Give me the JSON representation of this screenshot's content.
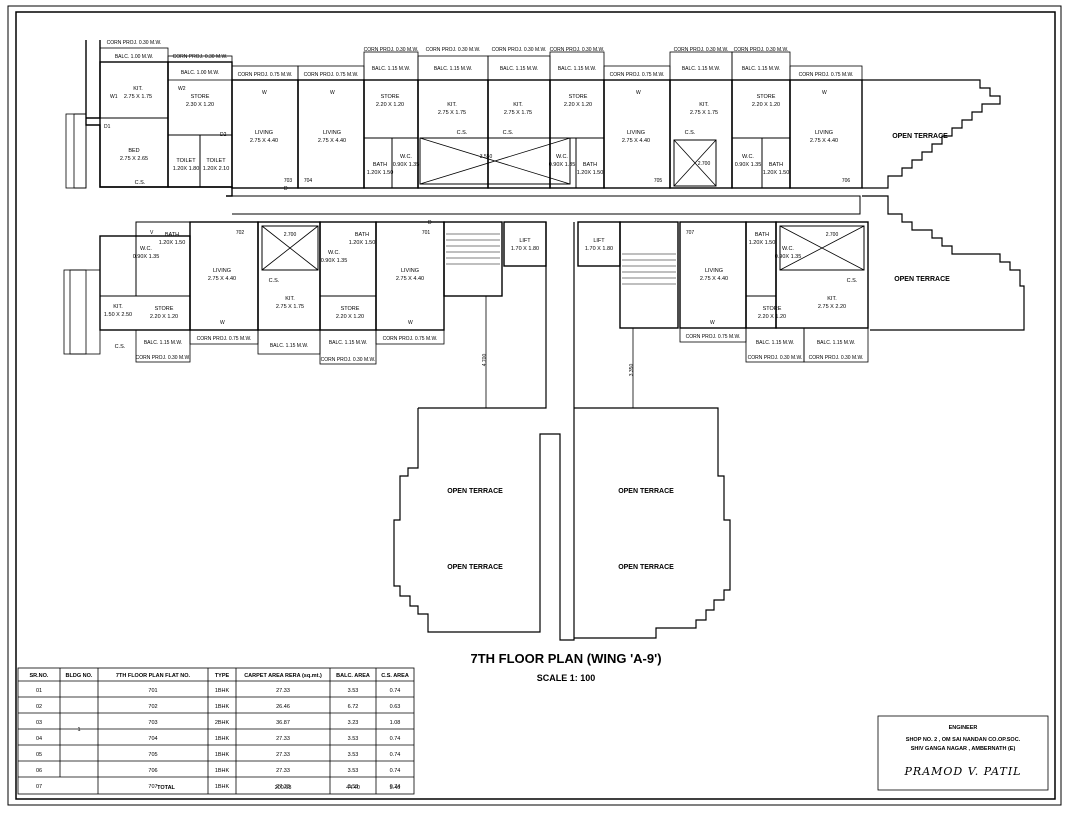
{
  "drawing": {
    "title": "7TH FLOOR PLAN (WING 'A-9')",
    "scale": "SCALE 1: 100"
  },
  "engineer": {
    "heading": "ENGINEER",
    "address_line1": "SHOP NO. 2 , OM SAI NANDAN CO.OP.SOC.",
    "address_line2": "SHIV GANGA NAGAR , AMBERNATH (E)",
    "signature": "PRAMOD V. PATIL"
  },
  "table": {
    "headers": [
      "SR.NO.",
      "BLDG NO.",
      "7TH FLOOR PLAN FLAT NO.",
      "TYPE",
      "CARPET AREA RERA (sq.mt.)",
      "BALC. AREA",
      "C.S. AREA"
    ],
    "bldg_no": "1",
    "rows": [
      [
        "01",
        "701",
        "1BHK",
        "27.33",
        "3.53",
        "0.74"
      ],
      [
        "02",
        "702",
        "1BHK",
        "26.46",
        "6.72",
        "0.63"
      ],
      [
        "03",
        "703",
        "2BHK",
        "36.87",
        "3.23",
        "1.08"
      ],
      [
        "04",
        "704",
        "1BHK",
        "27.33",
        "3.53",
        "0.74"
      ],
      [
        "05",
        "705",
        "1BHK",
        "27.33",
        "3.53",
        "0.74"
      ],
      [
        "06",
        "706",
        "1BHK",
        "27.33",
        "3.53",
        "0.74"
      ],
      [
        "07",
        "707",
        "1BHK",
        "27.33",
        "3.53",
        "0.74"
      ]
    ],
    "total_label": "TOTAL",
    "totals": [
      "200.08",
      "44.40",
      "5.46"
    ]
  },
  "labels": {
    "open_terrace": "OPEN TERRACE",
    "living": "LIVING",
    "living_size": "2.75 X 4.40",
    "kit": "KIT.",
    "kit_size": "2.75 X 1.75",
    "kit_size_b": "1.50 X 2.50",
    "kit_size_c": "2.75 X 2.20",
    "store": "STORE",
    "store_size": "2.20 X 1.20",
    "store_size_b": "2.30 X 1.20",
    "bath": "BATH",
    "bath_size": "1.20X 1.50",
    "wc": "W.C.",
    "wc_size": "0.90X 1.35",
    "toilet": "TOILET",
    "toilet_size": "1.20X 1.80",
    "toilet_size_b": "1.20X 2.10",
    "bed": "BED",
    "bed_size": "2.75 X 2.65",
    "lift": "LIFT",
    "lift_size": "1.70 X 1.80",
    "cs": "C.S.",
    "balc_115": "BALC. 1.15 M.W.",
    "balc_100": "BALC. 1.00 M.W.",
    "corn_075": "CORN PROJ. 0.75 M.W.",
    "corn_030": "CORN PROJ. 0.30 M.W.",
    "dim_2700": "2.700",
    "dim_3350": "3.350",
    "dim_4700": "4.700",
    "dim_3550": "3.550",
    "w": "W",
    "w1": "W1",
    "w2": "W2",
    "d": "D",
    "d1": "D1",
    "d2": "D2",
    "v": "V",
    "flat_701": "701",
    "flat_702": "702",
    "flat_703": "703",
    "flat_704": "704",
    "flat_705": "705",
    "flat_706": "706",
    "flat_707": "707"
  }
}
